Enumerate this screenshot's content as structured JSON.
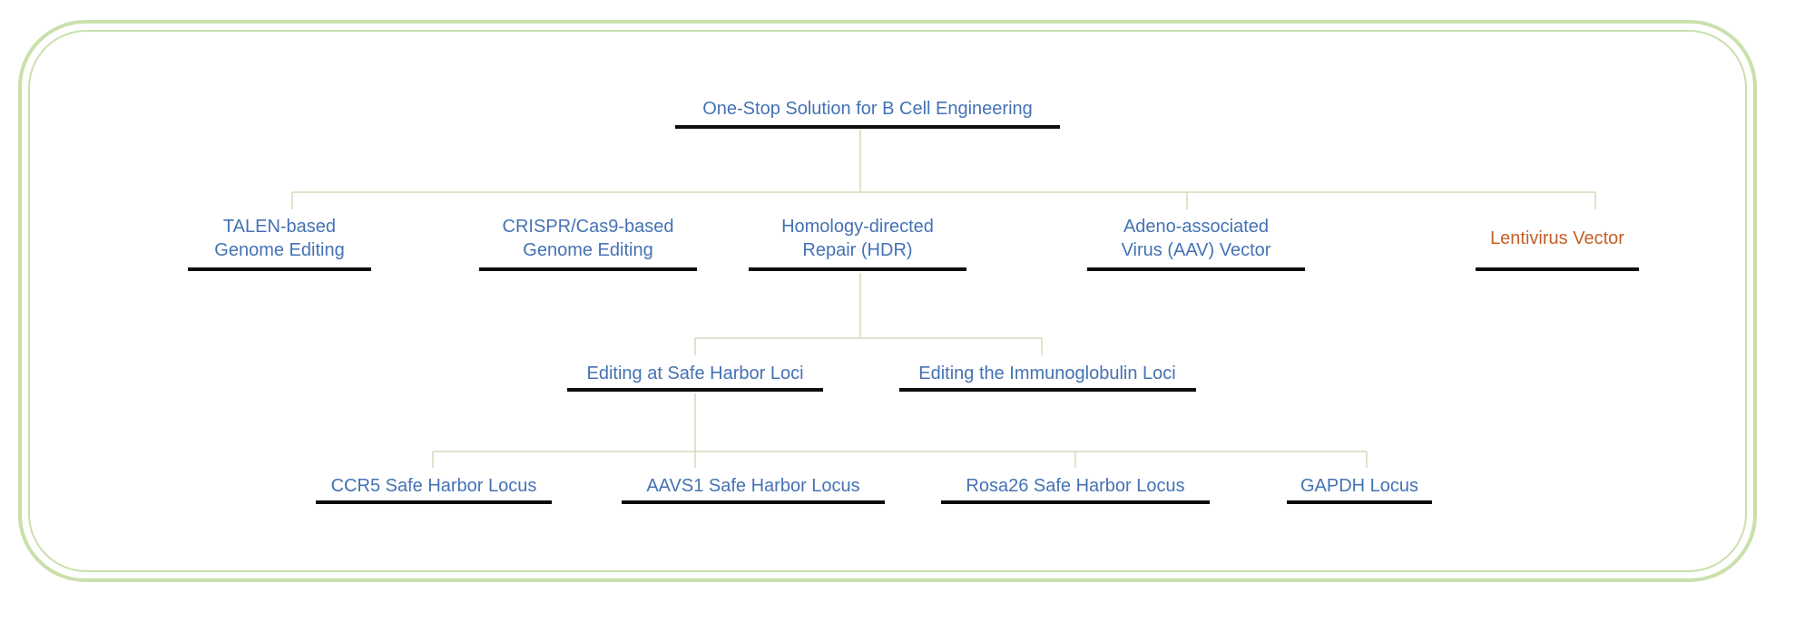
{
  "colors": {
    "node_text_blue": "#4472b4",
    "highlight_text_orange": "#c4602a",
    "connector_line": "#d7d9ba",
    "underline_bar": "#0d0d0d",
    "frame_green": "#c9e0ac"
  },
  "tree": {
    "root": {
      "label": "One-Stop Solution for B Cell Engineering",
      "children": [
        {
          "label": "TALEN-based\nGenome Editing"
        },
        {
          "label": "CRISPR/Cas9-based\nGenome Editing"
        },
        {
          "label": "Homology-directed\nRepair (HDR)",
          "children": [
            {
              "label": "Editing at Safe Harbor Loci",
              "children": [
                {
                  "label": "CCR5 Safe Harbor Locus"
                },
                {
                  "label": "AAVS1 Safe Harbor Locus"
                },
                {
                  "label": "Rosa26 Safe Harbor Locus"
                },
                {
                  "label": "GAPDH Locus"
                }
              ]
            },
            {
              "label": "Editing the Immunoglobulin Loci"
            }
          ]
        },
        {
          "label": "Adeno-associated\nVirus (AAV) Vector"
        },
        {
          "label": "Lentivirus Vector"
        }
      ]
    }
  }
}
